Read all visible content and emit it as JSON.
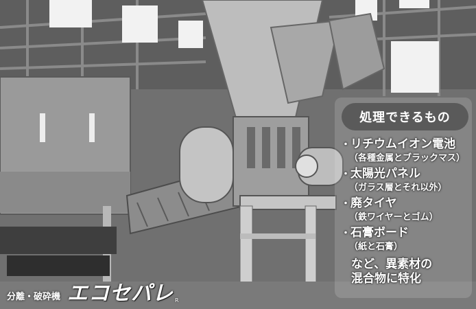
{
  "info": {
    "title": "処理できるもの",
    "items": [
      {
        "name": "リチウムイオン電池",
        "detail": "（各種金属とブラックマス）"
      },
      {
        "name": "太陽光パネル",
        "detail": "（ガラス層とそれ以外）"
      },
      {
        "name": "廃タイヤ",
        "detail": "（鉄ワイヤーとゴム）"
      },
      {
        "name": "石膏ボード",
        "detail": "（紙と石膏）"
      }
    ],
    "closing_line1": "など、異素材の",
    "closing_line2": "混合物に特化"
  },
  "caption": {
    "label": "分離・破砕機",
    "product_name": "エコセパレ",
    "registered_mark": "R"
  }
}
